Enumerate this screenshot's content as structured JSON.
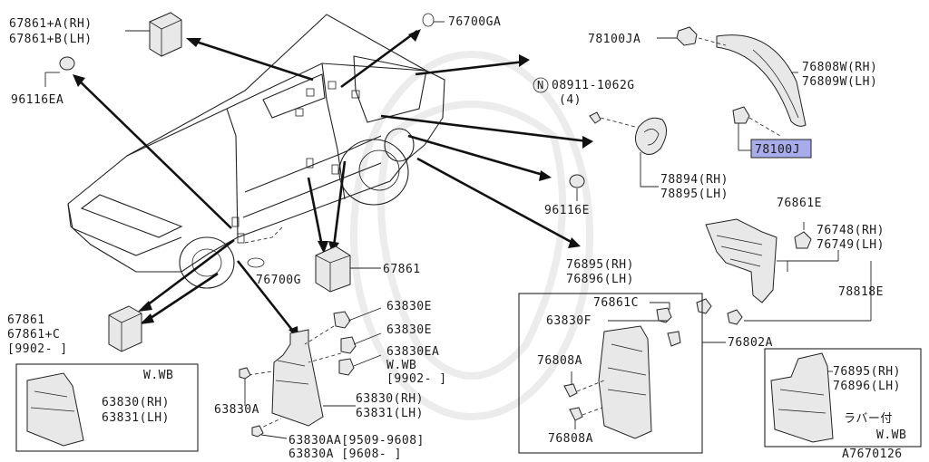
{
  "diagram": {
    "id": "A7670126",
    "highlight_color": "#a9acea",
    "labels": {
      "p67861A": "67861+A(RH)",
      "p67861B": "67861+B(LH)",
      "p96116EA": "96116EA",
      "p76700GA": "76700GA",
      "p78100JA": "78100JA",
      "p08911": "08911-1062G",
      "p08911qty": "(4)",
      "pN": "N",
      "p76808W": "76808W(RH)",
      "p76809W": "76809W(LH)",
      "p78100J": "78100J",
      "p78894": "78894(RH)",
      "p78895": "78895(LH)",
      "p96116E": "96116E",
      "p76861E": "76861E",
      "p76748": "76748(RH)",
      "p76749": "76749(LH)",
      "p78818E": "78818E",
      "p76802A": "76802A",
      "p67861": "67861",
      "p76700G": "76700G",
      "p67861L": "67861",
      "p67861C": "67861+C",
      "p9902L": "[9902-    ]",
      "wwb1": "W.WB",
      "p63830RH": "63830(RH)",
      "p63831LH": "63831(LH)",
      "p63830E1": "63830E",
      "p63830E2": "63830E",
      "p63830EA": "63830EA",
      "wwb2": "W.WB",
      "p9902b": "[9902-    ]",
      "p63830A": "63830A",
      "p63830RH2": "63830(RH)",
      "p63831LH2": "63831(LH)",
      "p63830AA": "63830AA[9509-9608]",
      "p63830A2": "63830A  [9608-    ]",
      "p76895a": "76895(RH)",
      "p76896a": "76896(LH)",
      "p76861C": "76861C",
      "p63830F": "63830F",
      "p76808Aa": "76808A",
      "p76808Ab": "76808A",
      "p76895b": "76895(RH)",
      "p76896b": "76896(LH)",
      "rubber": "ラバー付",
      "wwb3": "W.WB"
    }
  }
}
